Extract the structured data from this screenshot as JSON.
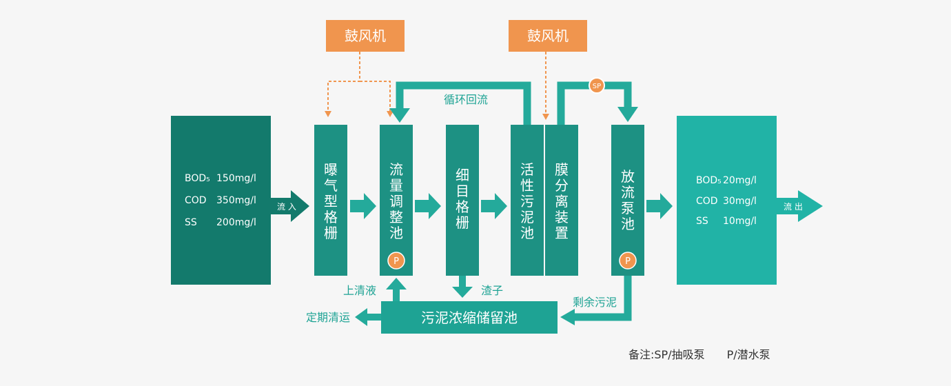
{
  "colors": {
    "background": "#f6f6f6",
    "inlet_box": "#137a6c",
    "process_box": "#1d9183",
    "outlet_box": "#21b3a6",
    "arrow": "#24aa9b",
    "blower": "#f0954e",
    "pump_badge": "#f0954e",
    "text_teal": "#1ea394"
  },
  "inlet": {
    "rows": [
      {
        "param": "BOD₅",
        "value": "150mg/l"
      },
      {
        "param": "COD",
        "value": "350mg/l"
      },
      {
        "param": "SS",
        "value": "200mg/l"
      }
    ],
    "arrow_label": "流 入"
  },
  "outlet": {
    "rows": [
      {
        "param": "BOD₅",
        "value": "20mg/l"
      },
      {
        "param": "COD",
        "value": "30mg/l"
      },
      {
        "param": "SS",
        "value": "10mg/l"
      }
    ],
    "arrow_label": "流 出"
  },
  "blowers": [
    "鼓风机",
    "鼓风机"
  ],
  "units": [
    {
      "label": "曝气型格栅"
    },
    {
      "label": "流量调整池",
      "badge": "P"
    },
    {
      "label": "细目格栅"
    },
    {
      "label": "活性污泥池"
    },
    {
      "label": "膜分离装置"
    },
    {
      "label": "放流泵池",
      "badge": "P"
    }
  ],
  "sp_badge": "SP",
  "recycle_label": "循环回流",
  "sludge_tank": "污泥浓缩储留池",
  "labels": {
    "supernatant": "上清液",
    "screenings": "渣子",
    "excess_sludge": "剩余污泥",
    "periodic_removal": "定期清运"
  },
  "note": "备注:SP/抽吸泵　　P/潜水泵"
}
